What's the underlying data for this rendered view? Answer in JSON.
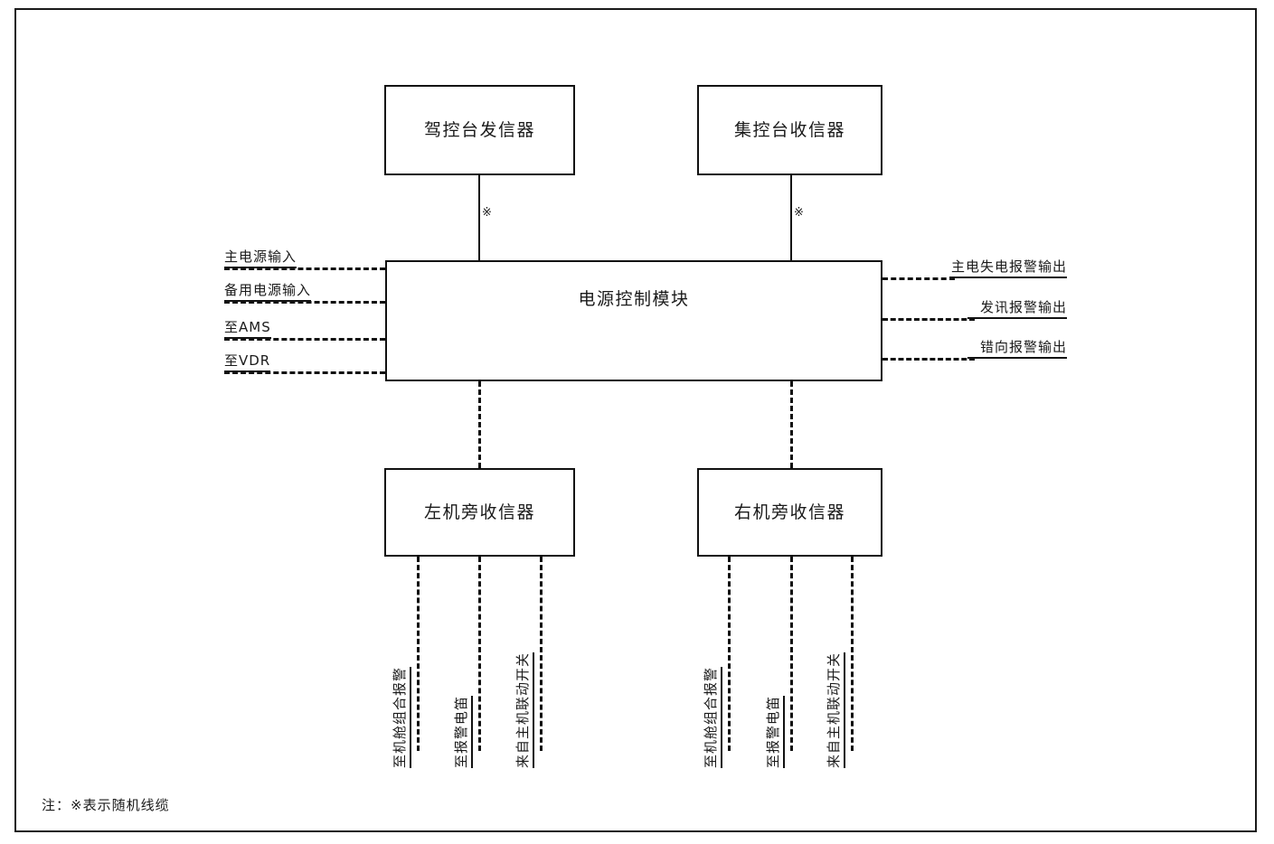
{
  "figure": {
    "footer_note": "注：※表示随机线缆",
    "random_cable_mark": "※"
  },
  "nodes": {
    "bridge_transmitter": "驾控台发信器",
    "ecr_receiver": "集控台收信器",
    "power_control_module": "电源控制模块",
    "port_side_receiver": "左机旁收信器",
    "starboard_side_receiver": "右机旁收信器"
  },
  "left_ports": [
    {
      "label": "主电源输入"
    },
    {
      "label": "备用电源输入"
    },
    {
      "label": "至AMS"
    },
    {
      "label": "至VDR"
    }
  ],
  "right_ports": [
    {
      "label": "主电失电报警输出"
    },
    {
      "label": "发讯报警输出"
    },
    {
      "label": "错向报警输出"
    }
  ],
  "port_side_ports": [
    {
      "label": "至机舱组合报警"
    },
    {
      "label": "至报警电笛"
    },
    {
      "label": "来自主机联动开关"
    }
  ],
  "starboard_side_ports": [
    {
      "label": "至机舱组合报警"
    },
    {
      "label": "至报警电笛"
    },
    {
      "label": "来自主机联动开关"
    }
  ],
  "colors": {
    "line": "#111111",
    "frame": "#1a1a1a",
    "background": "#ffffff"
  }
}
